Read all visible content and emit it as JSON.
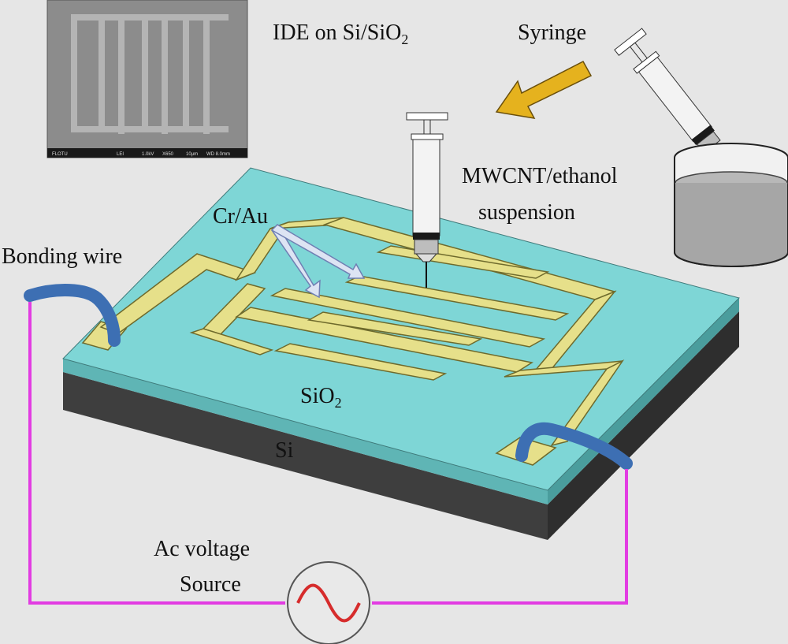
{
  "labels": {
    "ide_on": "IDE on Si/SiO",
    "ide_sub": "2",
    "syringe": "Syringe",
    "mwcnt_line1": "MWCNT/ethanol",
    "mwcnt_line2": "suspension",
    "cr_au": "Cr/Au",
    "bonding_wire": "Bonding wire",
    "sio2_main": "SiO",
    "sio2_sub": "2",
    "si": "Si",
    "ac_line1": "Ac voltage",
    "ac_line2": "Source"
  },
  "sem_inset": {
    "footer": [
      "FLOTU",
      "LEI",
      "1.0kV",
      "X650",
      "10μm",
      "WD 8.0mm"
    ]
  },
  "colors": {
    "background": "#e6e6e6",
    "substrate_top": "#7ed6d6",
    "substrate_side": "#4a4a4a",
    "electrode": "#e6e08a",
    "wire": "#e23ce2",
    "bonding_wire": "#3d6fb3",
    "arrow": "#e5b21e"
  }
}
